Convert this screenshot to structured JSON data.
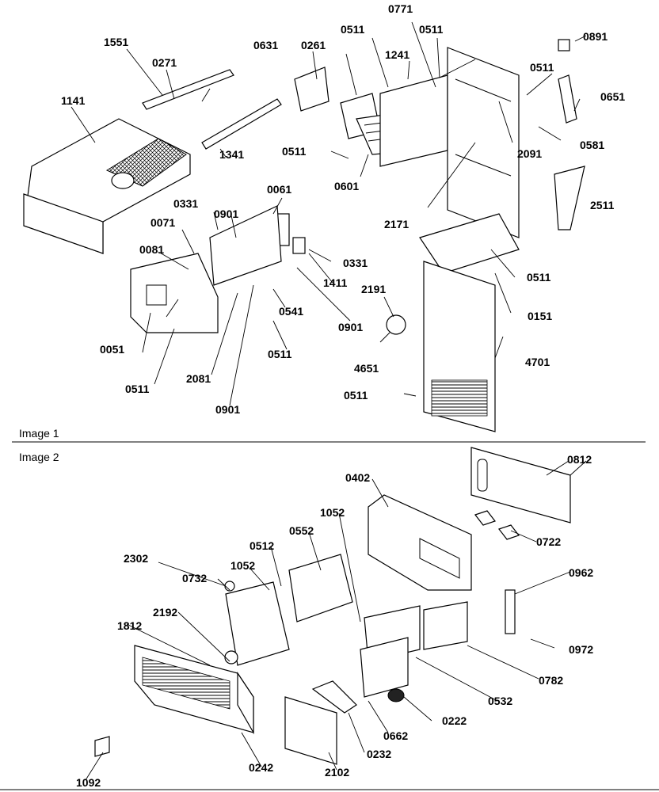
{
  "sections": [
    "Image 1",
    "Image 2"
  ],
  "image1_labels": [
    "0771",
    "0511",
    "0891",
    "1551",
    "0271",
    "0631",
    "0261",
    "1241",
    "0511",
    "0511",
    "1141",
    "0651",
    "0581",
    "2091",
    "0511",
    "1341",
    "0601",
    "0061",
    "0331",
    "0901",
    "2511",
    "2171",
    "0071",
    "0331",
    "0081",
    "1411",
    "0511",
    "0151",
    "2191",
    "0541",
    "0901",
    "0051",
    "0511",
    "4701",
    "4651",
    "2081",
    "0511",
    "0511",
    "0901"
  ],
  "image2_labels": [
    "0812",
    "0402",
    "1052",
    "0722",
    "0552",
    "0512",
    "2302",
    "1052",
    "0732",
    "0962",
    "2192",
    "1812",
    "0972",
    "0782",
    "0532",
    "0222",
    "0662",
    "0232",
    "0242",
    "2102",
    "1092"
  ]
}
